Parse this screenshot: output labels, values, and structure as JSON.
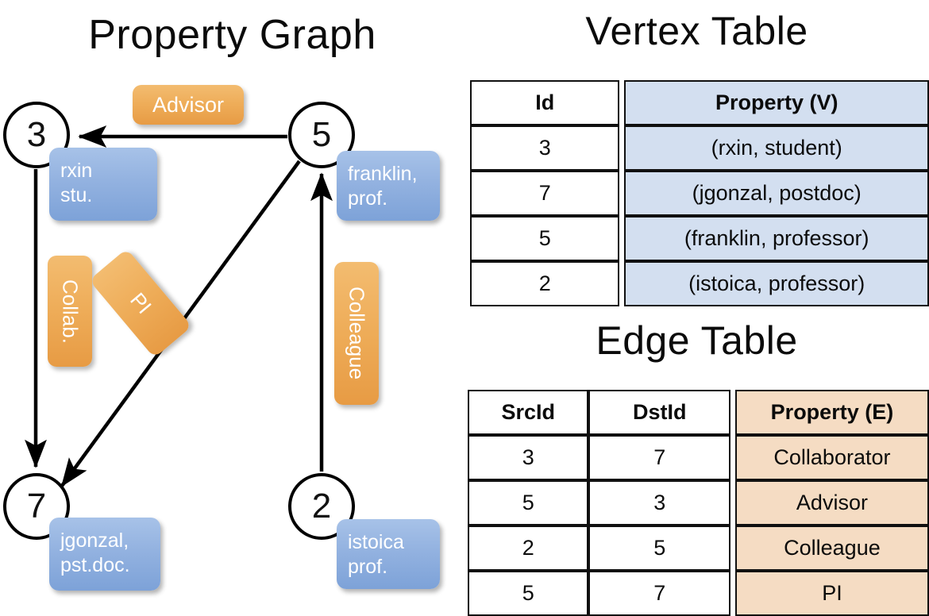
{
  "titles": {
    "property_graph": "Property Graph",
    "vertex_table": "Vertex Table",
    "edge_table": "Edge Table"
  },
  "colors": {
    "vertex_box_fill": "#93b2e0",
    "edge_box_fill": "#eeac58",
    "vertex_table_property_bg": "#d3dff0",
    "edge_table_property_bg": "#f5dcc3",
    "node_stroke": "#000000",
    "background": "#ffffff"
  },
  "graph": {
    "nodes": [
      {
        "id": "3",
        "property": "rxin\nstu.",
        "line1": "rxin",
        "line2": "stu."
      },
      {
        "id": "5",
        "property": "franklin,\nprof.",
        "line1": "franklin,",
        "line2": "prof."
      },
      {
        "id": "7",
        "property": "jgonzal,\npst.doc.",
        "line1": "jgonzal,",
        "line2": "pst.doc."
      },
      {
        "id": "2",
        "property": "istoica\nprof.",
        "line1": "istoica",
        "line2": "prof."
      }
    ],
    "edge_labels": [
      {
        "name": "advisor",
        "label": "Advisor"
      },
      {
        "name": "collab",
        "label": "Collab."
      },
      {
        "name": "pi",
        "label": "PI"
      },
      {
        "name": "colleague",
        "label": "Colleague"
      }
    ],
    "edges": [
      {
        "src": "5",
        "dst": "3",
        "label": "Advisor"
      },
      {
        "src": "3",
        "dst": "7",
        "label": "Collab."
      },
      {
        "src": "5",
        "dst": "7",
        "label": "PI"
      },
      {
        "src": "2",
        "dst": "5",
        "label": "Colleague"
      }
    ]
  },
  "vertex_table": {
    "headers": [
      "Id",
      "Property (V)"
    ],
    "rows": [
      {
        "id": "3",
        "property": "(rxin, student)"
      },
      {
        "id": "7",
        "property": "(jgonzal, postdoc)"
      },
      {
        "id": "5",
        "property": "(franklin, professor)"
      },
      {
        "id": "2",
        "property": "(istoica, professor)"
      }
    ]
  },
  "edge_table": {
    "headers": [
      "SrcId",
      "DstId",
      "Property (E)"
    ],
    "rows": [
      {
        "src": "3",
        "dst": "7",
        "property": "Collaborator"
      },
      {
        "src": "5",
        "dst": "3",
        "property": "Advisor"
      },
      {
        "src": "2",
        "dst": "5",
        "property": "Colleague"
      },
      {
        "src": "5",
        "dst": "7",
        "property": "PI"
      }
    ]
  }
}
